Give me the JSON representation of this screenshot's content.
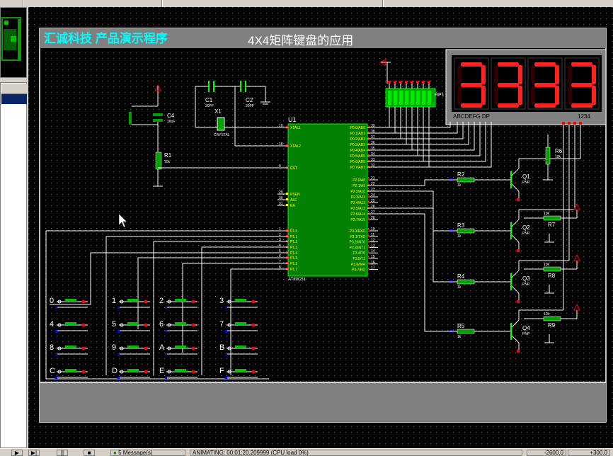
{
  "header": {
    "company_title": "汇诚科技 产品演示程序",
    "subtitle": "4X4矩阵键盘的应用"
  },
  "display": {
    "digits": [
      "3",
      "3",
      "3",
      "3"
    ],
    "segment_label": "ABCDEFG DP",
    "digit_label": "1234"
  },
  "mcu": {
    "ref": "U1",
    "part": "AT89C51",
    "left_pins": [
      {
        "num": "19",
        "name": "XTAL1"
      },
      {
        "num": "18",
        "name": "XTAL2"
      },
      {
        "num": "9",
        "name": "RST"
      },
      {
        "num": "29",
        "name": "PSEN"
      },
      {
        "num": "30",
        "name": "ALE"
      },
      {
        "num": "31",
        "name": "EA"
      },
      {
        "num": "1",
        "name": "P1.0"
      },
      {
        "num": "2",
        "name": "P1.1"
      },
      {
        "num": "3",
        "name": "P1.2"
      },
      {
        "num": "4",
        "name": "P1.3"
      },
      {
        "num": "5",
        "name": "P1.4"
      },
      {
        "num": "6",
        "name": "P1.5"
      },
      {
        "num": "7",
        "name": "P1.6"
      },
      {
        "num": "8",
        "name": "P1.7"
      }
    ],
    "right_pins": [
      {
        "num": "39",
        "name": "P0.0/AD0"
      },
      {
        "num": "38",
        "name": "P0.1/AD1"
      },
      {
        "num": "37",
        "name": "P0.2/AD2"
      },
      {
        "num": "36",
        "name": "P0.3/AD3"
      },
      {
        "num": "35",
        "name": "P0.4/AD4"
      },
      {
        "num": "34",
        "name": "P0.5/AD5"
      },
      {
        "num": "33",
        "name": "P0.6/AD6"
      },
      {
        "num": "32",
        "name": "P0.7/AD7"
      },
      {
        "num": "21",
        "name": "P2.0/A8"
      },
      {
        "num": "22",
        "name": "P2.1/A9"
      },
      {
        "num": "23",
        "name": "P2.2/A10"
      },
      {
        "num": "24",
        "name": "P2.3/A11"
      },
      {
        "num": "25",
        "name": "P2.4/A12"
      },
      {
        "num": "26",
        "name": "P2.5/A13"
      },
      {
        "num": "27",
        "name": "P2.6/A14"
      },
      {
        "num": "28",
        "name": "P2.7/A15"
      },
      {
        "num": "10",
        "name": "P3.0/RXD"
      },
      {
        "num": "11",
        "name": "P3.1/TXD"
      },
      {
        "num": "12",
        "name": "P3.2/INT0"
      },
      {
        "num": "13",
        "name": "P3.3/INT1"
      },
      {
        "num": "14",
        "name": "P3.4/T0"
      },
      {
        "num": "15",
        "name": "P3.5/T1"
      },
      {
        "num": "16",
        "name": "P3.6/WR"
      },
      {
        "num": "17",
        "name": "P3.7/RD"
      }
    ]
  },
  "components": {
    "c1": {
      "ref": "C1",
      "value": "30PF"
    },
    "c2": {
      "ref": "C2",
      "value": "30PF"
    },
    "c4": {
      "ref": "C4",
      "value": "10uF"
    },
    "x1": {
      "ref": "X1",
      "value": "CRYSTAL"
    },
    "r1": {
      "ref": "R1",
      "value": "10k"
    },
    "r2": {
      "ref": "R2",
      "value": "1k"
    },
    "r3": {
      "ref": "R3",
      "value": "1k"
    },
    "r4": {
      "ref": "R4",
      "value": "1k"
    },
    "r5": {
      "ref": "R5",
      "value": "1k"
    },
    "r6": {
      "ref": "R6",
      "value": "10k"
    },
    "r7": {
      "ref": "R7",
      "value": "10k"
    },
    "r8": {
      "ref": "R8",
      "value": "10k"
    },
    "r9": {
      "ref": "R9",
      "value": "10k"
    },
    "q1": {
      "ref": "Q1",
      "value": "PNP"
    },
    "q2": {
      "ref": "Q2",
      "value": "PNP"
    },
    "q3": {
      "ref": "Q3",
      "value": "PNP"
    },
    "q4": {
      "ref": "Q4",
      "value": "PNP"
    },
    "rp_label": "RP1"
  },
  "keys": [
    "0",
    "1",
    "2",
    "3",
    "4",
    "5",
    "6",
    "7",
    "8",
    "9",
    "A",
    "B",
    "C",
    "D",
    "E",
    "F"
  ],
  "status": {
    "messages": "5 Message(s)",
    "animating": "ANIMATING: 00:01:20.209999 (CPU load 0%)",
    "coord_x": "-2600.0",
    "coord_y": "+300.0"
  },
  "colors": {
    "background": "#000000",
    "sheet_border": "#ffffff",
    "mcu_body": "#008000",
    "title_cyan": "#00ffff",
    "wire": "#ffffff",
    "segment_on": "#ff2020",
    "label_yellow": "#ffff00",
    "component_green": "#00c000",
    "pin_red": "#ff0000",
    "pin_blue": "#0000ff"
  }
}
